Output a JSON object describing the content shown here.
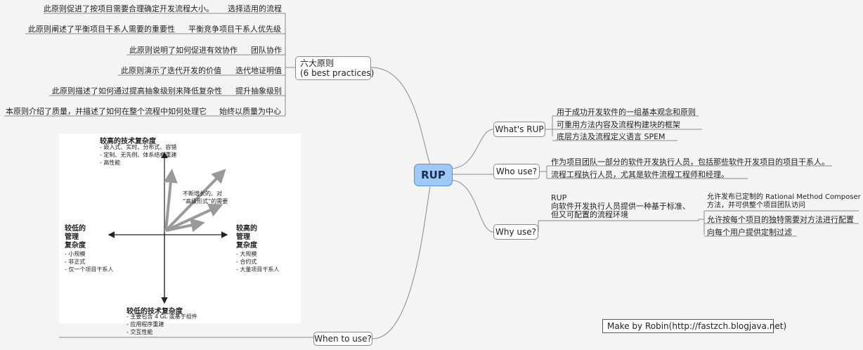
{
  "root": {
    "label": "RUP"
  },
  "six_principles": {
    "title_cn": "六大原则",
    "title_en": "(6 best practices)",
    "items": [
      {
        "name": "选择适用的流程",
        "desc": "此原则促进了按项目需要合理确定开发流程大小。"
      },
      {
        "name": "平衡竞争项目干系人优先级",
        "desc": "此原则阐述了平衡项目干系人需要的重要性"
      },
      {
        "name": "团队协作",
        "desc": "此原则说明了如何促进有效协作"
      },
      {
        "name": "迭代地证明值",
        "desc": "此原则演示了迭代开发的价值"
      },
      {
        "name": "提升抽象级别",
        "desc": "此原则描述了如何通过提高抽象级别来降低复杂性"
      },
      {
        "name": "始终以质量为中心",
        "desc": "本原则介绍了质量，并描述了如何在整个流程中如何处理它"
      }
    ]
  },
  "whats_rup": {
    "label": "What's RUP",
    "items": [
      "用于成功开发软件的一组基本观念和原则",
      "可重用方法内容及流程构建块的框架",
      "底层方法及流程定义语言    SPEM"
    ]
  },
  "who_use": {
    "label": "Who use?",
    "items": [
      "作为项目团队一部分的软件开发执行人员，包括那些软件开发项目的项目干系人。",
      "流程工程执行人员，尤其是软件流程工程师和经理。"
    ]
  },
  "why_use": {
    "label": "Why use?",
    "main_lines": [
      "RUP",
      "向软件开发执行人员提供一种基于标准、",
      "但又可配置的流程环境"
    ],
    "items": [
      {
        "lines": [
          "允许发布已定制的 Rational Method Composer",
          "方法，并可供整个项目团队访问"
        ]
      },
      {
        "lines": [
          "允许按每个项目的独特需要对方法进行配置"
        ]
      },
      {
        "lines": [
          "向每个用户提供定制过滤"
        ]
      }
    ]
  },
  "when_use": {
    "label": "When to use?"
  },
  "quadrant": {
    "top_title": "较高的技术复杂度",
    "top_items": [
      "- 嵌入式、实时、分布式、容错",
      "- 定制、无先例、体系结构重建",
      "- 高性能"
    ],
    "bottom_title": "较低的技术复杂度",
    "bottom_items": [
      "- 主要包含 4 GL 或基于组件",
      "- 应用程序重建",
      "- 交互性能"
    ],
    "left_title": [
      "较低的",
      "管理",
      "复杂度"
    ],
    "left_items": [
      "- 小规模",
      "- 非正式",
      "- 仅一个项目干系人"
    ],
    "right_title": [
      "较高的",
      "管理",
      "复杂度"
    ],
    "right_items": [
      "- 大规模",
      "- 合约式",
      "- 大量项目干系人"
    ],
    "center_note": [
      "不断增长的、对",
      "“高级形式”的需要"
    ]
  },
  "credit": "Make by Robin(http://fastzch.blogjava.net)",
  "colors": {
    "root_fill": "#9ec8f5",
    "root_border": "#5b8fcf",
    "line": "#8a8a8a",
    "arrow": "#9a9a9a"
  }
}
